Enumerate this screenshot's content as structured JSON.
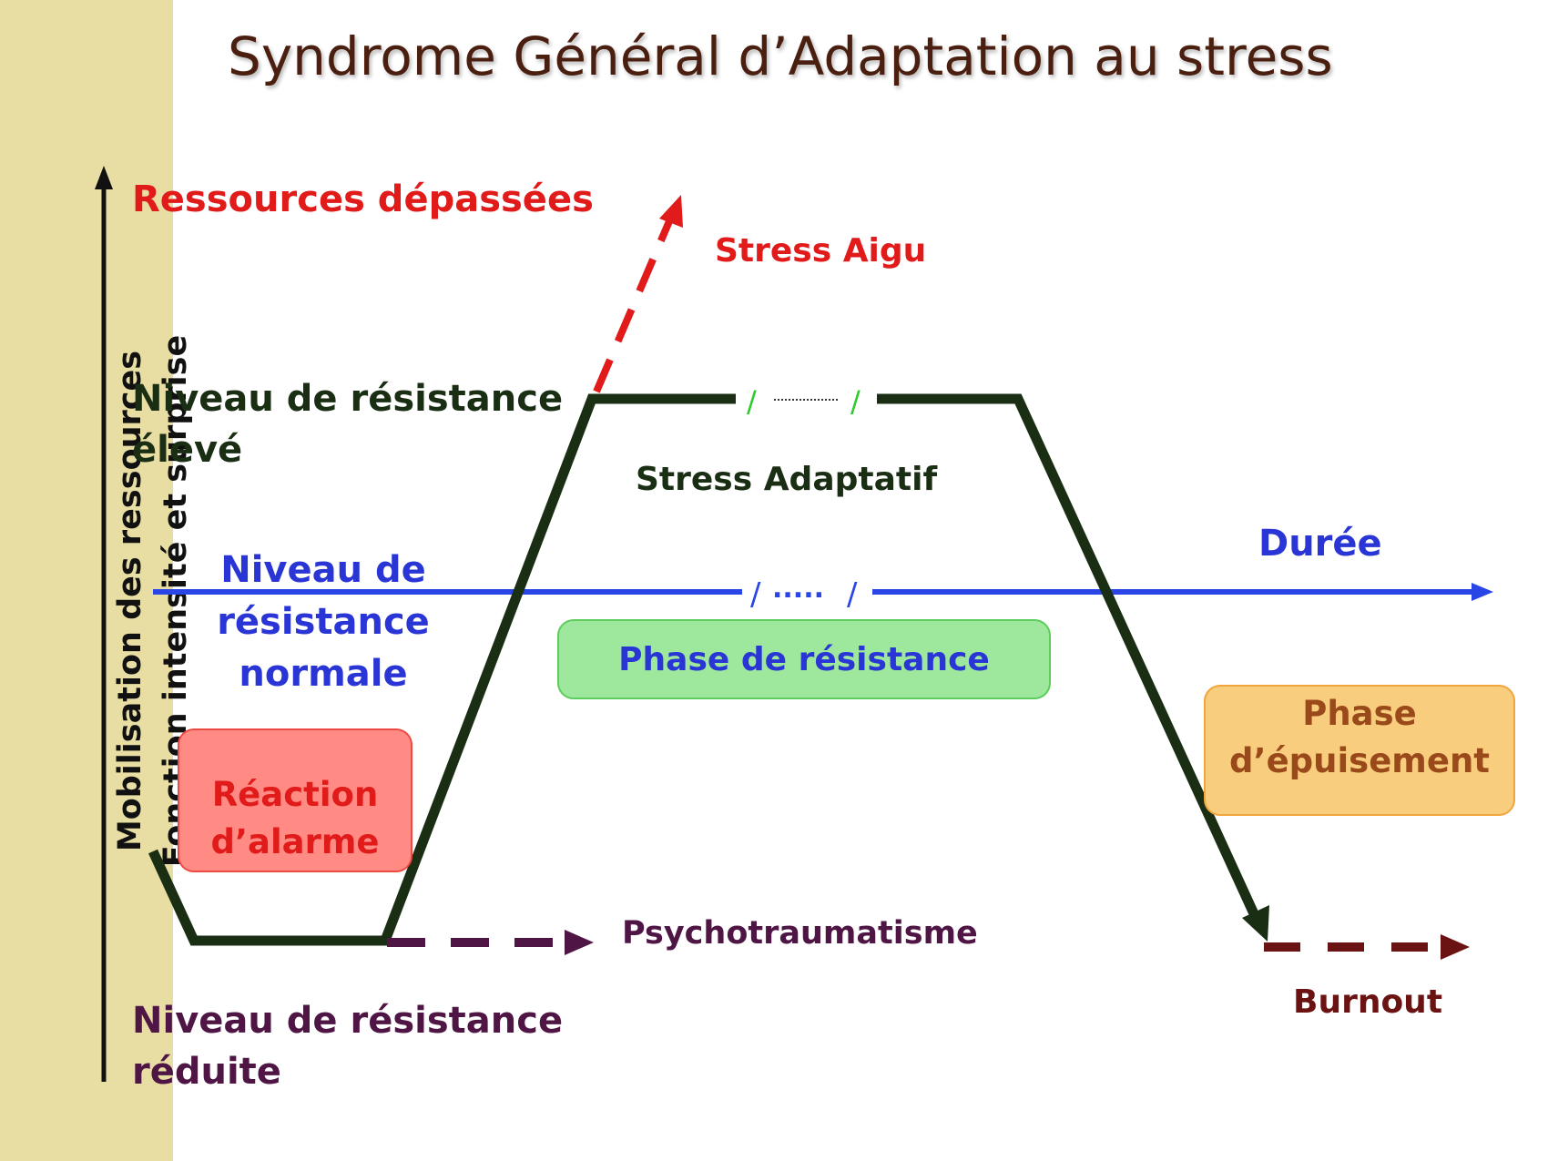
{
  "title": "Syndrome Général d’Adaptation au stress",
  "y_axis": {
    "line1": "Mobilisation des ressources",
    "line2": "Fonction intensité et surprise"
  },
  "levels": {
    "exceeded": "Ressources dépassées",
    "high_line1": "Niveau de résistance",
    "high_line2": "élevé",
    "normal_line1": "Niveau de",
    "normal_line2": "résistance",
    "normal_line3": "normale",
    "reduced_line1": "Niveau de résistance",
    "reduced_line2": "réduite"
  },
  "annotations": {
    "acute_stress": "Stress Aigu",
    "adaptive_stress": "Stress Adaptatif",
    "duration": "Durée",
    "psychotrauma": "Psychotraumatisme",
    "burnout": "Burnout"
  },
  "phases": {
    "alarm_line1": "Réaction",
    "alarm_line2": "d’alarme",
    "resistance": "Phase de résistance",
    "exhaustion_line1": "Phase",
    "exhaustion_line2": "d’épuisement"
  },
  "colors": {
    "band": "#e8dea3",
    "title": "#4a1f10",
    "curve": "#1a2e14",
    "duration_axis": "#2a45e6",
    "acute": "#e11a1a",
    "psychotrauma": "#4e1545",
    "burnout": "#6b1212",
    "resistance_box": "#9ee89e",
    "alarm_box": "#ff8b84",
    "exhaustion_box": "#f8cd7d"
  }
}
